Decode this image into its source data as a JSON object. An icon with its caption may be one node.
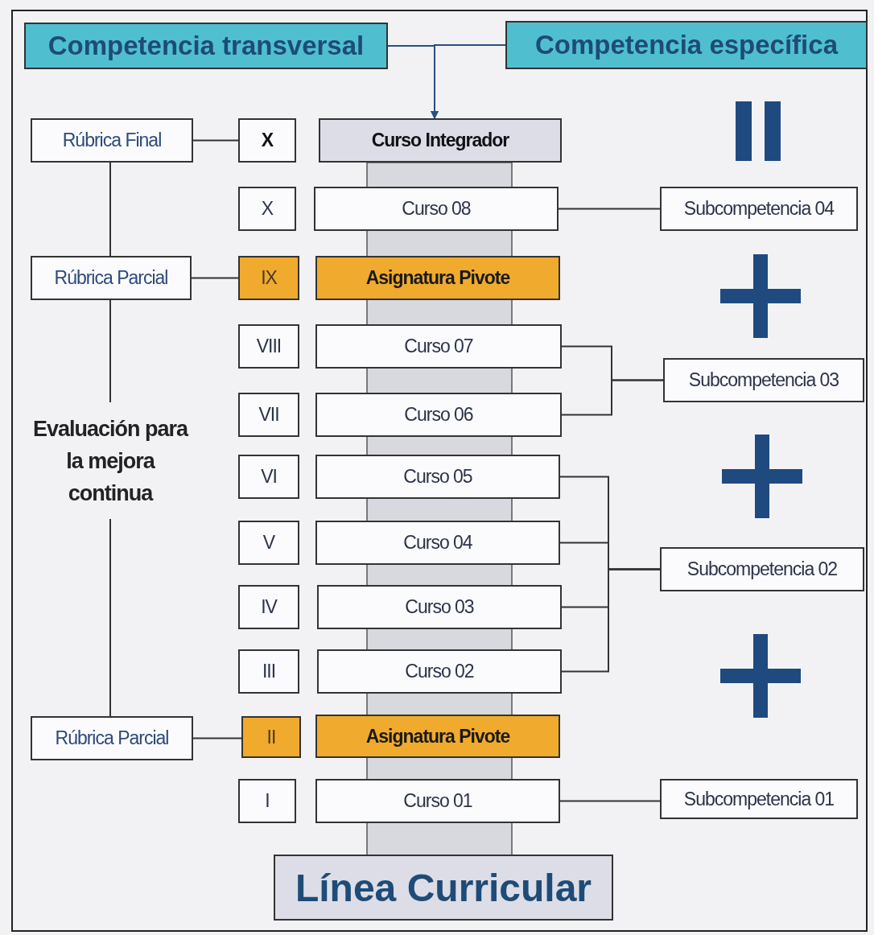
{
  "diagram": {
    "nodes": [
      {
        "text": [
          "Competencia transversal"
        ]
      },
      {
        "text": [
          "Competencia específica"
        ]
      },
      {
        "text": [
          "Rúbrica Final"
        ]
      },
      {
        "text": [
          "X"
        ]
      },
      {
        "text": [
          "Curso Integrador"
        ]
      },
      {
        "text": [
          "X"
        ]
      },
      {
        "text": [
          "Curso 08"
        ]
      },
      {
        "text": [
          "Subcompetencia 04"
        ]
      },
      {
        "text": [
          "Rúbrica Parcial"
        ]
      },
      {
        "text": [
          "IX"
        ]
      },
      {
        "text": [
          "Asignatura Pivote"
        ]
      },
      {
        "text": [
          "VIII"
        ]
      },
      {
        "text": [
          "Curso 07"
        ]
      },
      {
        "text": [
          "Subcompetencia 03"
        ]
      },
      {
        "text": [
          "VII"
        ]
      },
      {
        "text": [
          "Curso 06"
        ]
      },
      {
        "text": [
          "Evaluación para la mejora continua"
        ]
      },
      {
        "text": [
          "VI"
        ]
      },
      {
        "text": [
          "Curso 05"
        ]
      },
      {
        "text": [
          "V"
        ]
      },
      {
        "text": [
          "Curso 04"
        ]
      },
      {
        "text": [
          "Subcompetencia 02"
        ]
      },
      {
        "text": [
          "IV"
        ]
      },
      {
        "text": [
          "Curso 03"
        ]
      },
      {
        "text": [
          "III"
        ]
      },
      {
        "text": [
          "Curso 02"
        ]
      },
      {
        "text": [
          "Rúbrica Parcial"
        ]
      },
      {
        "text": [
          "II"
        ]
      },
      {
        "text": [
          "Asignatura Pivote"
        ]
      },
      {
        "text": [
          "I"
        ]
      },
      {
        "text": [
          "Curso 01"
        ]
      },
      {
        "text": [
          "Subcompetencia 01"
        ]
      },
      {
        "text": [
          "Línea Curricular"
        ]
      },
      {
        "text": [],
        "shape": "bar"
      }
    ],
    "edges": [
      {
        "from": 0,
        "to": 4,
        "arrow": "to"
      },
      {
        "from": 1,
        "to": 4,
        "arrow": "to"
      },
      {
        "from": 2,
        "to": 3,
        "arrow": "none"
      },
      {
        "from": 6,
        "to": 7,
        "arrow": "none"
      },
      {
        "from": 8,
        "to": 9,
        "arrow": "none"
      },
      {
        "from": 12,
        "to": 13,
        "arrow": "none"
      },
      {
        "from": 15,
        "to": 13,
        "arrow": "none"
      },
      {
        "from": 18,
        "to": 21,
        "arrow": "none"
      },
      {
        "from": 20,
        "to": 21,
        "arrow": "none"
      },
      {
        "from": 23,
        "to": 21,
        "arrow": "none"
      },
      {
        "from": 25,
        "to": 21,
        "arrow": "none"
      },
      {
        "from": 26,
        "to": 27,
        "arrow": "none"
      },
      {
        "from": 30,
        "to": 31,
        "arrow": "none"
      },
      {
        "from": 2,
        "to": 8,
        "arrow": "none"
      },
      {
        "from": 8,
        "to": 16,
        "arrow": "none"
      },
      {
        "from": 16,
        "to": 26,
        "arrow": "none"
      }
    ]
  }
}
